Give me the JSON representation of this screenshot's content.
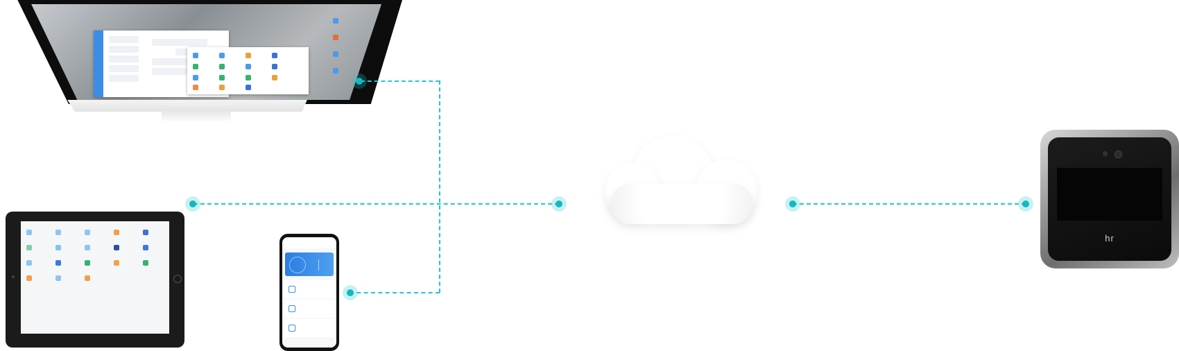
{
  "scene": {
    "connector_color": "#21c7cf",
    "node_color": "#13b8c2",
    "devices": [
      "desktop-monitor",
      "tablet",
      "smartphone",
      "cloud",
      "face-recognition-terminal"
    ]
  },
  "terminal": {
    "brand": "hr"
  }
}
